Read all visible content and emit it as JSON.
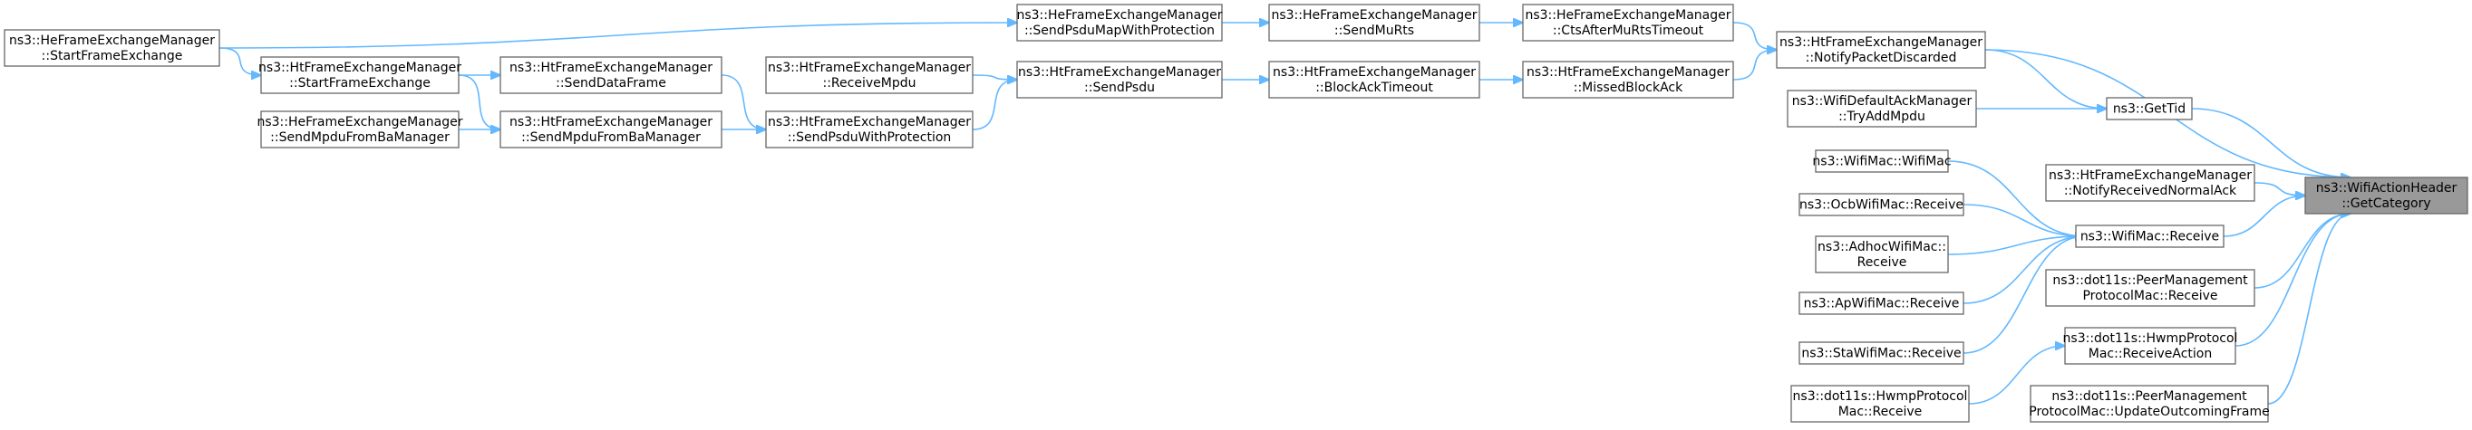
{
  "diagram": {
    "colors": {
      "edge": "#63b8ff",
      "node_border": "#666666",
      "node_fill": "#ffffff",
      "highlight_fill": "#999999"
    },
    "nodes": [
      {
        "id": "he_start",
        "lines": [
          "ns3::HeFrameExchangeManager",
          "::StartFrameExchange"
        ]
      },
      {
        "id": "ht_start",
        "lines": [
          "ns3::HtFrameExchangeManager",
          "::StartFrameExchange"
        ]
      },
      {
        "id": "he_sendmpdu_ba",
        "lines": [
          "ns3::HeFrameExchangeManager",
          "::SendMpduFromBaManager"
        ]
      },
      {
        "id": "ht_senddata",
        "lines": [
          "ns3::HtFrameExchangeManager",
          "::SendDataFrame"
        ]
      },
      {
        "id": "ht_sendmpdu_ba",
        "lines": [
          "ns3::HtFrameExchangeManager",
          "::SendMpduFromBaManager"
        ]
      },
      {
        "id": "ht_receivempdu",
        "lines": [
          "ns3::HtFrameExchangeManager",
          "::ReceiveMpdu"
        ]
      },
      {
        "id": "ht_sendpsdu_prot",
        "lines": [
          "ns3::HtFrameExchangeManager",
          "::SendPsduWithProtection"
        ]
      },
      {
        "id": "he_sendpsdumap",
        "lines": [
          "ns3::HeFrameExchangeManager",
          "::SendPsduMapWithProtection"
        ]
      },
      {
        "id": "ht_sendpsdu",
        "lines": [
          "ns3::HtFrameExchangeManager",
          "::SendPsdu"
        ]
      },
      {
        "id": "he_sendmurts",
        "lines": [
          "ns3::HeFrameExchangeManager",
          "::SendMuRts"
        ]
      },
      {
        "id": "ht_blockacktimeout",
        "lines": [
          "ns3::HtFrameExchangeManager",
          "::BlockAckTimeout"
        ]
      },
      {
        "id": "he_ctsafter",
        "lines": [
          "ns3::HeFrameExchangeManager",
          "::CtsAfterMuRtsTimeout"
        ]
      },
      {
        "id": "ht_missedblockack",
        "lines": [
          "ns3::HtFrameExchangeManager",
          "::MissedBlockAck"
        ]
      },
      {
        "id": "ht_notifydiscarded",
        "lines": [
          "ns3::HtFrameExchangeManager",
          "::NotifyPacketDiscarded"
        ]
      },
      {
        "id": "wifi_trympdu",
        "lines": [
          "ns3::WifiDefaultAckManager",
          "::TryAddMpdu"
        ]
      },
      {
        "id": "gettid",
        "lines": [
          "ns3::GetTid"
        ]
      },
      {
        "id": "wifimac_wifimac",
        "lines": [
          "ns3::WifiMac::WifiMac"
        ]
      },
      {
        "id": "ocb_receive",
        "lines": [
          "ns3::OcbWifiMac::Receive"
        ]
      },
      {
        "id": "adhoc_receive",
        "lines": [
          "ns3::AdhocWifiMac::",
          "Receive"
        ]
      },
      {
        "id": "ap_receive",
        "lines": [
          "ns3::ApWifiMac::Receive"
        ]
      },
      {
        "id": "sta_receive",
        "lines": [
          "ns3::StaWifiMac::Receive"
        ]
      },
      {
        "id": "hwmp_receive",
        "lines": [
          "ns3::dot11s::HwmpProtocol",
          "Mac::Receive"
        ]
      },
      {
        "id": "wifimac_receive",
        "lines": [
          "ns3::WifiMac::Receive"
        ]
      },
      {
        "id": "ht_notifynormalack",
        "lines": [
          "ns3::HtFrameExchangeManager",
          "::NotifyReceivedNormalAck"
        ]
      },
      {
        "id": "peer_receive",
        "lines": [
          "ns3::dot11s::PeerManagement",
          "ProtocolMac::Receive"
        ]
      },
      {
        "id": "hwmp_receiveaction",
        "lines": [
          "ns3::dot11s::HwmpProtocol",
          "Mac::ReceiveAction"
        ]
      },
      {
        "id": "peer_update",
        "lines": [
          "ns3::dot11s::PeerManagement",
          "ProtocolMac::UpdateOutcomingFrame"
        ]
      },
      {
        "id": "getcategory",
        "lines": [
          "ns3::WifiActionHeader",
          "::GetCategory"
        ]
      }
    ],
    "edges": [
      {
        "from": "he_start",
        "to": "ht_start"
      },
      {
        "from": "he_start",
        "to": "he_sendpsdumap"
      },
      {
        "from": "ht_start",
        "to": "ht_senddata"
      },
      {
        "from": "ht_start",
        "to": "ht_sendmpdu_ba"
      },
      {
        "from": "he_sendmpdu_ba",
        "to": "ht_sendmpdu_ba"
      },
      {
        "from": "ht_senddata",
        "to": "ht_sendpsdu_prot"
      },
      {
        "from": "ht_sendmpdu_ba",
        "to": "ht_sendpsdu_prot"
      },
      {
        "from": "ht_receivempdu",
        "to": "ht_sendpsdu"
      },
      {
        "from": "ht_sendpsdu_prot",
        "to": "ht_sendpsdu"
      },
      {
        "from": "he_sendpsdumap",
        "to": "he_sendmurts"
      },
      {
        "from": "ht_sendpsdu",
        "to": "ht_blockacktimeout"
      },
      {
        "from": "he_sendmurts",
        "to": "he_ctsafter"
      },
      {
        "from": "ht_blockacktimeout",
        "to": "ht_missedblockack"
      },
      {
        "from": "he_ctsafter",
        "to": "ht_notifydiscarded"
      },
      {
        "from": "ht_missedblockack",
        "to": "ht_notifydiscarded"
      },
      {
        "from": "ht_notifydiscarded",
        "to": "gettid"
      },
      {
        "from": "wifi_trympdu",
        "to": "gettid"
      },
      {
        "from": "ht_notifydiscarded",
        "to": "getcategory"
      },
      {
        "from": "gettid",
        "to": "getcategory"
      },
      {
        "from": "ht_notifynormalack",
        "to": "getcategory"
      },
      {
        "from": "wifimac_wifimac",
        "to": "wifimac_receive"
      },
      {
        "from": "ocb_receive",
        "to": "wifimac_receive"
      },
      {
        "from": "adhoc_receive",
        "to": "wifimac_receive"
      },
      {
        "from": "ap_receive",
        "to": "wifimac_receive"
      },
      {
        "from": "sta_receive",
        "to": "wifimac_receive"
      },
      {
        "from": "wifimac_receive",
        "to": "getcategory"
      },
      {
        "from": "peer_receive",
        "to": "getcategory"
      },
      {
        "from": "hwmp_receive",
        "to": "hwmp_receiveaction"
      },
      {
        "from": "hwmp_receiveaction",
        "to": "getcategory"
      },
      {
        "from": "peer_update",
        "to": "getcategory"
      }
    ]
  }
}
